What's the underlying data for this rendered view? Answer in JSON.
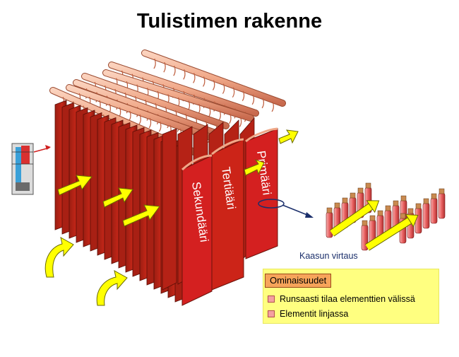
{
  "title": "Tulistimen rakenne",
  "panel_labels": {
    "secondary": "Sekundääri",
    "tertiary": "Tertiääri",
    "primary": "Primääri"
  },
  "gas_flow_label": "Kaasun virtaus",
  "features": {
    "header": "Ominaisuudet",
    "items": [
      "Runsaasti tilaa elementtien välissä",
      "Elementit linjassa"
    ]
  },
  "colors": {
    "panel_red": "#d42020",
    "panel_dark": "#8a1a10",
    "pipe": "#f0a888",
    "arrow_yellow": "#ffff00",
    "box_yellow": "#ffff80",
    "header_orange": "#f7a45a",
    "callout_navy": "#1b2f6b"
  }
}
